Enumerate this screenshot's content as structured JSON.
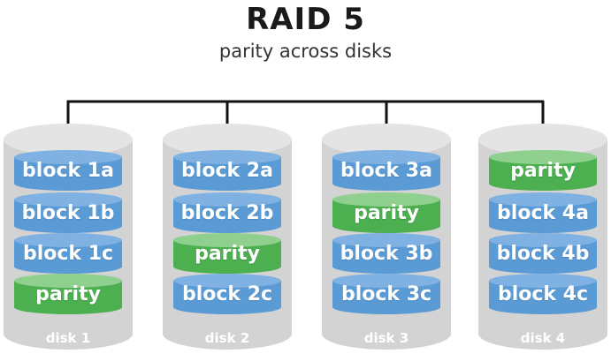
{
  "title": "RAID 5",
  "subtitle": "parity across disks",
  "colors": {
    "data_block": "#5b9bd5",
    "data_block_top": "#7fb2e2",
    "parity_block": "#4caf50",
    "parity_block_top": "#8fd08f",
    "disk_shell": "#d3d3d3",
    "bus_line": "#111111"
  },
  "disks": [
    {
      "label": "disk 1",
      "blocks": [
        {
          "text": "block 1a",
          "kind": "data"
        },
        {
          "text": "block 1b",
          "kind": "data"
        },
        {
          "text": "block 1c",
          "kind": "data"
        },
        {
          "text": "parity",
          "kind": "parity"
        }
      ]
    },
    {
      "label": "disk 2",
      "blocks": [
        {
          "text": "block 2a",
          "kind": "data"
        },
        {
          "text": "block 2b",
          "kind": "data"
        },
        {
          "text": "parity",
          "kind": "parity"
        },
        {
          "text": "block 2c",
          "kind": "data"
        }
      ]
    },
    {
      "label": "disk 3",
      "blocks": [
        {
          "text": "block 3a",
          "kind": "data"
        },
        {
          "text": "parity",
          "kind": "parity"
        },
        {
          "text": "block 3b",
          "kind": "data"
        },
        {
          "text": "block 3c",
          "kind": "data"
        }
      ]
    },
    {
      "label": "disk 4",
      "blocks": [
        {
          "text": "parity",
          "kind": "parity"
        },
        {
          "text": "block 4a",
          "kind": "data"
        },
        {
          "text": "block 4b",
          "kind": "data"
        },
        {
          "text": "block 4c",
          "kind": "data"
        }
      ]
    }
  ]
}
